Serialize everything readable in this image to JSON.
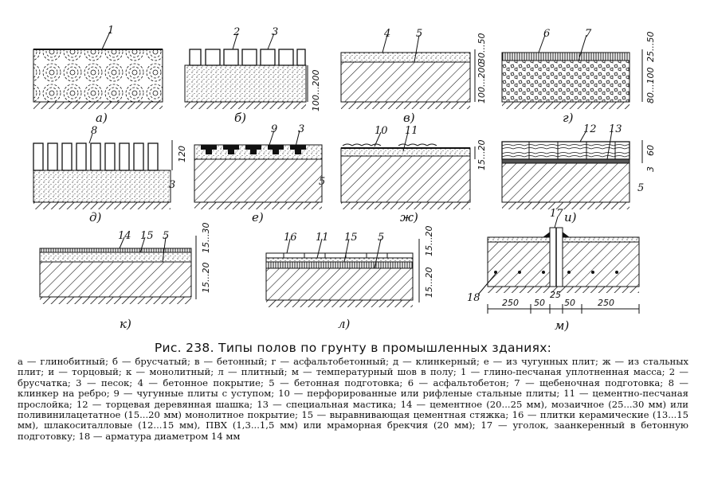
{
  "figure": {
    "panels": [
      {
        "key": "a",
        "label": "а)",
        "callouts": [
          "1"
        ],
        "dims": []
      },
      {
        "key": "b",
        "label": "б)",
        "callouts": [
          "2",
          "3"
        ],
        "dims": [
          "100...200"
        ]
      },
      {
        "key": "v",
        "label": "в)",
        "callouts": [
          "4",
          "5"
        ],
        "dims": [
          "30...50",
          "100...200"
        ]
      },
      {
        "key": "g",
        "label": "г)",
        "callouts": [
          "6",
          "7"
        ],
        "dims": [
          "25...50",
          "80...100"
        ]
      },
      {
        "key": "d",
        "label": "д)",
        "callouts": [
          "8",
          "3"
        ],
        "dims": [
          "120"
        ]
      },
      {
        "key": "e",
        "label": "е)",
        "callouts": [
          "9",
          "3",
          "5"
        ],
        "dims": []
      },
      {
        "key": "zh",
        "label": "ж)",
        "callouts": [
          "10",
          "11"
        ],
        "dims": [
          "15...20"
        ]
      },
      {
        "key": "i",
        "label": "и)",
        "callouts": [
          "12",
          "13",
          "5"
        ],
        "dims": [
          "60",
          "3"
        ]
      },
      {
        "key": "k",
        "label": "к)",
        "callouts": [
          "14",
          "15",
          "5"
        ],
        "dims": [
          "15...30",
          "15...20"
        ]
      },
      {
        "key": "l",
        "label": "л)",
        "callouts": [
          "16",
          "11",
          "15",
          "5"
        ],
        "dims": [
          "15...20",
          "15...20"
        ]
      },
      {
        "key": "m",
        "label": "м)",
        "callouts": [
          "17",
          "18"
        ],
        "dims": [
          "250",
          "50",
          "50",
          "250",
          "25"
        ]
      }
    ]
  },
  "caption": {
    "title": "Рис. 238. Типы полов по грунту в промышленных зданиях:",
    "body": "а — глинобитный; б — брусчатый; в — бетонный; г — асфальтобетонный; д — клинкерный; е — из чугунных плит; ж — из стальных плит; и — торцовый; к — монолитный; л — плитный; м — температурный шов в полу; 1 — глино-песчаная уплотненная масса; 2 — брусчатка; 3 — песок; 4 — бетонное покрытие; 5 — бетонная подготовка; 6 — асфальтобетон; 7 — щебеночная подготовка; 8 — клинкер на ребро; 9 — чугунные плиты с уступом; 10 — перфорированные или рифленые стальные плиты; 11 — цементно-песчаная прослойка; 12 — торцевая деревянная шашка; 13 — специальная мастика; 14 — цементное (20...25 мм), мозаичное (25...30 мм) или поливинилацетатное (15...20 мм) монолитное покрытие; 15 — выравнивающая цементная стяжка; 16 — плитки керамические (13...15 мм), шлакоситалловые (12...15 мм), ПВХ (1,3...1,5 мм) или мраморная брекчия (20 мм); 17 — уголок, заанкеренный в бетонную подготовку; 18 — арматура диаметром 14 мм"
  }
}
